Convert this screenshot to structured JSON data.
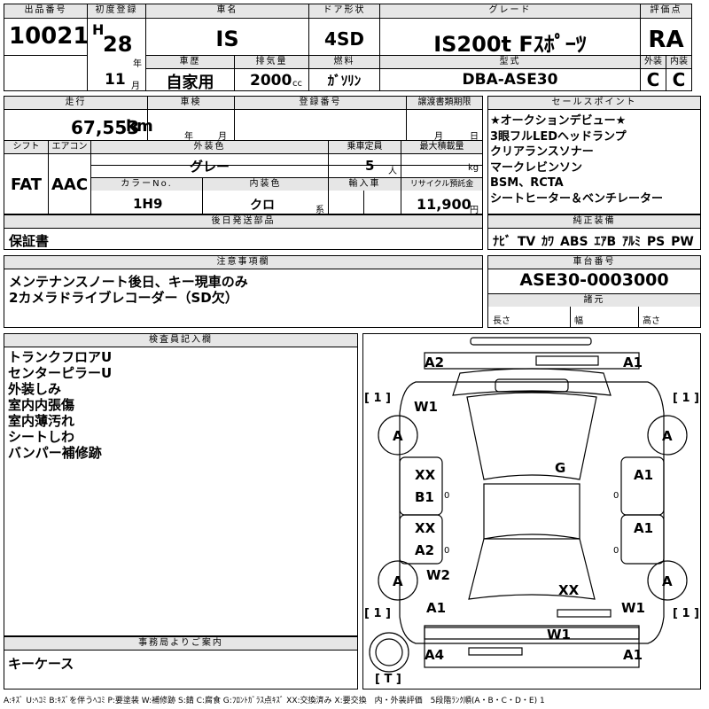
{
  "header": {
    "lot_no": {
      "label": "出品番号",
      "value": "10021"
    },
    "first_reg": {
      "label": "初度登録",
      "era": "H",
      "year": "28",
      "year_unit": "年",
      "month": "11",
      "month_unit": "月"
    },
    "car_name": {
      "label": "車名",
      "value": "IS"
    },
    "door": {
      "label": "ドア形状",
      "value": "4SD"
    },
    "grade": {
      "label": "グレード",
      "value": "IS200t Fｽﾎﾟｰﾂ"
    },
    "score": {
      "label": "評価点",
      "value": "RA"
    },
    "history": {
      "label": "車歴",
      "value": "自家用"
    },
    "displacement": {
      "label": "排気量",
      "value": "2000",
      "unit": "cc"
    },
    "fuel": {
      "label": "燃料",
      "value": "ｶﾞｿﾘﾝ"
    },
    "model": {
      "label": "型式",
      "value": "DBA-ASE30"
    },
    "exterior": {
      "label": "外装",
      "value": "C"
    },
    "interior": {
      "label": "内装",
      "value": "C"
    }
  },
  "row2": {
    "mileage": {
      "label": "走行",
      "value": "67,553",
      "unit": "km"
    },
    "inspection": {
      "label": "車検",
      "year_unit": "年",
      "month_unit": "月"
    },
    "reg_no": {
      "label": "登録番号"
    },
    "transfer": {
      "label": "譲渡書類期限",
      "month_unit": "月",
      "day_unit": "日"
    },
    "shift": {
      "label": "シフト",
      "value": "FAT"
    },
    "aircon": {
      "label": "エアコン",
      "value": "AAC"
    },
    "ext_color": {
      "label": "外装色",
      "value": "グレー"
    },
    "capacity": {
      "label": "乗車定員",
      "value": "5",
      "unit": "人"
    },
    "max_load": {
      "label": "最大積載量",
      "unit": "kg"
    },
    "color_no": {
      "label": "カラーNo.",
      "value": "1H9"
    },
    "int_color": {
      "label": "内装色",
      "value": "クロ",
      "unit": "系"
    },
    "import": {
      "label": "輸入車"
    },
    "recycle": {
      "label": "リサイクル預託金",
      "value": "11,900",
      "unit": "円"
    }
  },
  "sales_points": {
    "label": "セールスポイント",
    "items": [
      "★オークションデビュー★",
      "3眼フルLEDヘッドランプ",
      "クリアランスソナー",
      "マークレビンソン",
      "BSM、RCTA",
      "シートヒーター＆ベンチレーター"
    ]
  },
  "later_items": {
    "label": "後日発送部品",
    "value": "保証書"
  },
  "equipment": {
    "label": "純正装備",
    "items": [
      "ﾅﾋﾞ",
      "TV",
      "ｶﾜ",
      "ABS",
      "ｴｱB",
      "ｱﾙﾐ",
      "PS",
      "PW"
    ]
  },
  "notes": {
    "label": "注意事項欄",
    "lines": [
      "メンテナンスノート後日、キー現車のみ",
      "2カメラドライブレコーダー（SD欠）"
    ]
  },
  "chassis": {
    "label": "車台番号",
    "value": "ASE30-0003000"
  },
  "specs": {
    "label": "諸元",
    "length": "長さ",
    "width": "幅",
    "height": "高さ"
  },
  "inspector": {
    "label": "検査員記入欄",
    "lines": [
      "トランクフロアU",
      "センターピラーU",
      "外装しみ",
      "室内内張傷",
      "室内薄汚れ",
      "シートしわ",
      "バンパー補修跡"
    ]
  },
  "office": {
    "label": "事務局よりご案内",
    "value": "キーケース"
  },
  "diagram": {
    "labels": {
      "a2_top": "A2",
      "a1_top": "A1",
      "w1_top": "W1",
      "g": "G",
      "xx_b1": "XX",
      "b1": "B1",
      "a1_right_mid": "A1",
      "xx_a2": "XX",
      "a2_mid": "A2",
      "a1_right_low": "A1",
      "w2": "W2",
      "a1_left_low": "A1",
      "xx_rear": "XX",
      "w1_right": "W1",
      "w1_bottom": "W1",
      "a4": "A4",
      "a1_bottom": "A1",
      "tire_a": "A",
      "bracket_one": "[ 1 ]",
      "t_bracket": "[ T ]",
      "zero": "0"
    }
  },
  "legend": "A:ｷｽﾞ U:ﾍｺﾐ B:ｷｽﾞを伴うﾍｺﾐ P:要塗装 W:補修跡 S:錆 C:腐食 G:ﾌﾛﾝﾄｶﾞﾗｽ点ｷｽﾞ XX:交換済み X:要交換　内・外装評価　5段階ﾗﾝｸ順(A・B・C・D・E) 1"
}
